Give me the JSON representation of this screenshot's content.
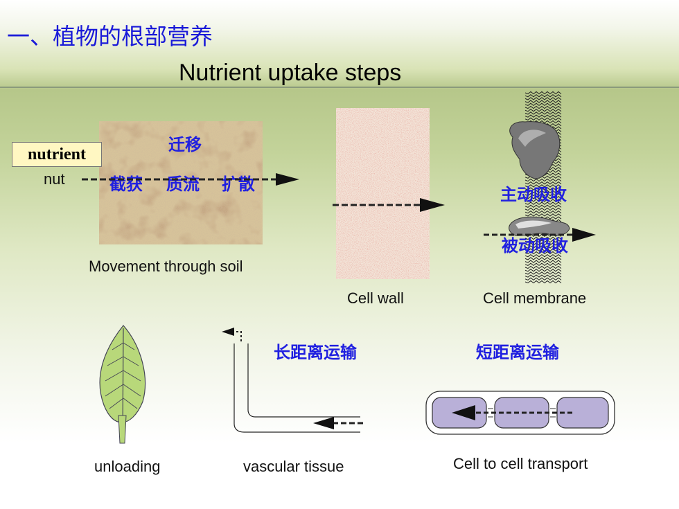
{
  "title_cn": "一、植物的根部营养",
  "title_en": "Nutrient uptake steps",
  "nutrient_box": "nutrient",
  "nut_label": "nut",
  "soil": {
    "migration": "迁移",
    "processes": [
      "截获",
      "质流",
      "扩散"
    ],
    "caption": "Movement through soil"
  },
  "cell_wall": {
    "caption": "Cell wall"
  },
  "cell_membrane": {
    "active": "主动吸收",
    "passive": "被动吸收",
    "caption": "Cell membrane"
  },
  "long_distance": "长距离运输",
  "short_distance": "短距离运输",
  "captions": {
    "unloading": "unloading",
    "vascular": "vascular tissue",
    "cell_to_cell": "Cell to cell transport"
  },
  "colors": {
    "title_cn": "#1a1ad8",
    "label_blue": "#2020e0",
    "nutrient_box": "#fff7c2",
    "leaf": "#b8d87a",
    "cell_fill": "#b9b0d8"
  },
  "icons": [
    "leaf-icon",
    "membrane-protein-icon",
    "arrow-icon"
  ]
}
